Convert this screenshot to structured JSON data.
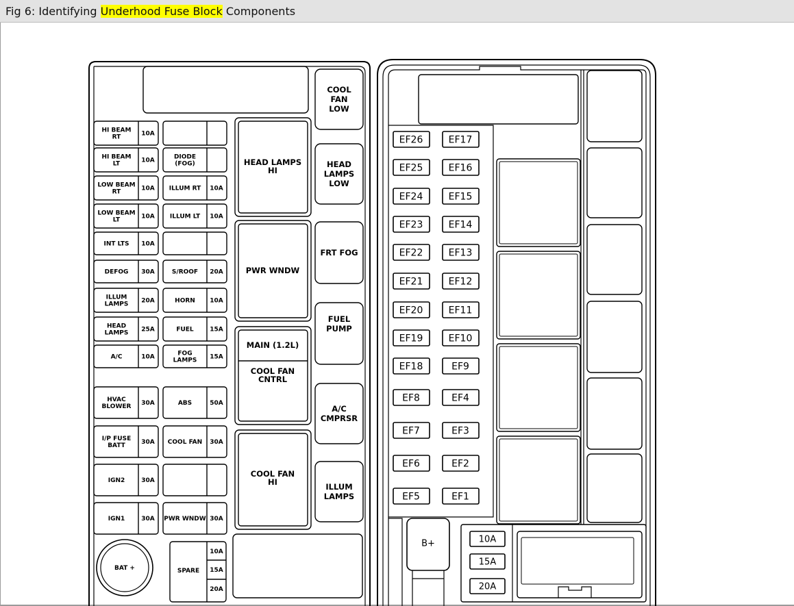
{
  "caption": {
    "prefix": "Fig 6: Identifying ",
    "highlight": "Underhood Fuse Block",
    "suffix": " Components"
  },
  "colors": {
    "caption_bg": "#e3e3e3",
    "highlight": "#ffff00",
    "line": "#000000",
    "block_fill": "#ffffff"
  },
  "left_block": {
    "fuse_rows": [
      {
        "a": {
          "name": "HI BEAM RT",
          "amp": "10A"
        },
        "b": {
          "name": "",
          "amp": ""
        }
      },
      {
        "a": {
          "name": "HI BEAM LT",
          "amp": "10A"
        },
        "b": {
          "name": "DIODE (FOG)",
          "amp": ""
        }
      },
      {
        "a": {
          "name": "LOW BEAM RT",
          "amp": "10A"
        },
        "b": {
          "name": "ILLUM RT",
          "amp": "10A"
        }
      },
      {
        "a": {
          "name": "LOW BEAM LT",
          "amp": "10A"
        },
        "b": {
          "name": "ILLUM LT",
          "amp": "10A"
        }
      },
      {
        "a": {
          "name": "INT LTS",
          "amp": "10A"
        },
        "b": {
          "name": "",
          "amp": ""
        }
      },
      {
        "a": {
          "name": "DEFOG",
          "amp": "30A"
        },
        "b": {
          "name": "S/ROOF",
          "amp": "20A"
        }
      },
      {
        "a": {
          "name": "ILLUM LAMPS",
          "amp": "20A"
        },
        "b": {
          "name": "HORN",
          "amp": "10A"
        }
      },
      {
        "a": {
          "name": "HEAD LAMPS",
          "amp": "25A"
        },
        "b": {
          "name": "FUEL",
          "amp": "15A"
        }
      },
      {
        "a": {
          "name": "A/C",
          "amp": "10A"
        },
        "b": {
          "name": "FOG LAMPS",
          "amp": "15A"
        }
      },
      {
        "a": {
          "name": "HVAC BLOWER",
          "amp": "30A"
        },
        "b": {
          "name": "ABS",
          "amp": "50A"
        }
      },
      {
        "a": {
          "name": "I/P FUSE BATT",
          "amp": "30A"
        },
        "b": {
          "name": "COOL FAN",
          "amp": "30A"
        }
      },
      {
        "a": {
          "name": "IGN2",
          "amp": "30A"
        },
        "b": {
          "name": "",
          "amp": ""
        }
      },
      {
        "a": {
          "name": "IGN1",
          "amp": "30A"
        },
        "b": {
          "name": "PWR WNDW",
          "amp": "30A"
        }
      }
    ],
    "relays_center": [
      "HEAD LAMPS HI",
      "PWR WNDW",
      "MAIN (1.2L)",
      "COOL FAN CNTRL",
      "COOL FAN HI"
    ],
    "relays_right": [
      "COOL FAN LOW",
      "HEAD LAMPS LOW",
      "FRT FOG",
      "FUEL PUMP",
      "A/C CMPRSR",
      "ILLUM LAMPS"
    ],
    "battery": "BAT +",
    "spare": {
      "label": "SPARE",
      "amps": [
        "10A",
        "15A",
        "20A"
      ]
    }
  },
  "right_block": {
    "ef_left": [
      "EF26",
      "EF25",
      "EF24",
      "EF23",
      "EF22",
      "EF21",
      "EF20",
      "EF19",
      "EF18",
      "EF8",
      "EF7",
      "EF6",
      "EF5"
    ],
    "ef_right": [
      "EF17",
      "EF16",
      "EF15",
      "EF14",
      "EF13",
      "EF12",
      "EF11",
      "EF10",
      "EF9",
      "EF4",
      "EF3",
      "EF2",
      "EF1"
    ],
    "b_plus": "B+",
    "spares": [
      "10A",
      "15A",
      "20A"
    ]
  }
}
